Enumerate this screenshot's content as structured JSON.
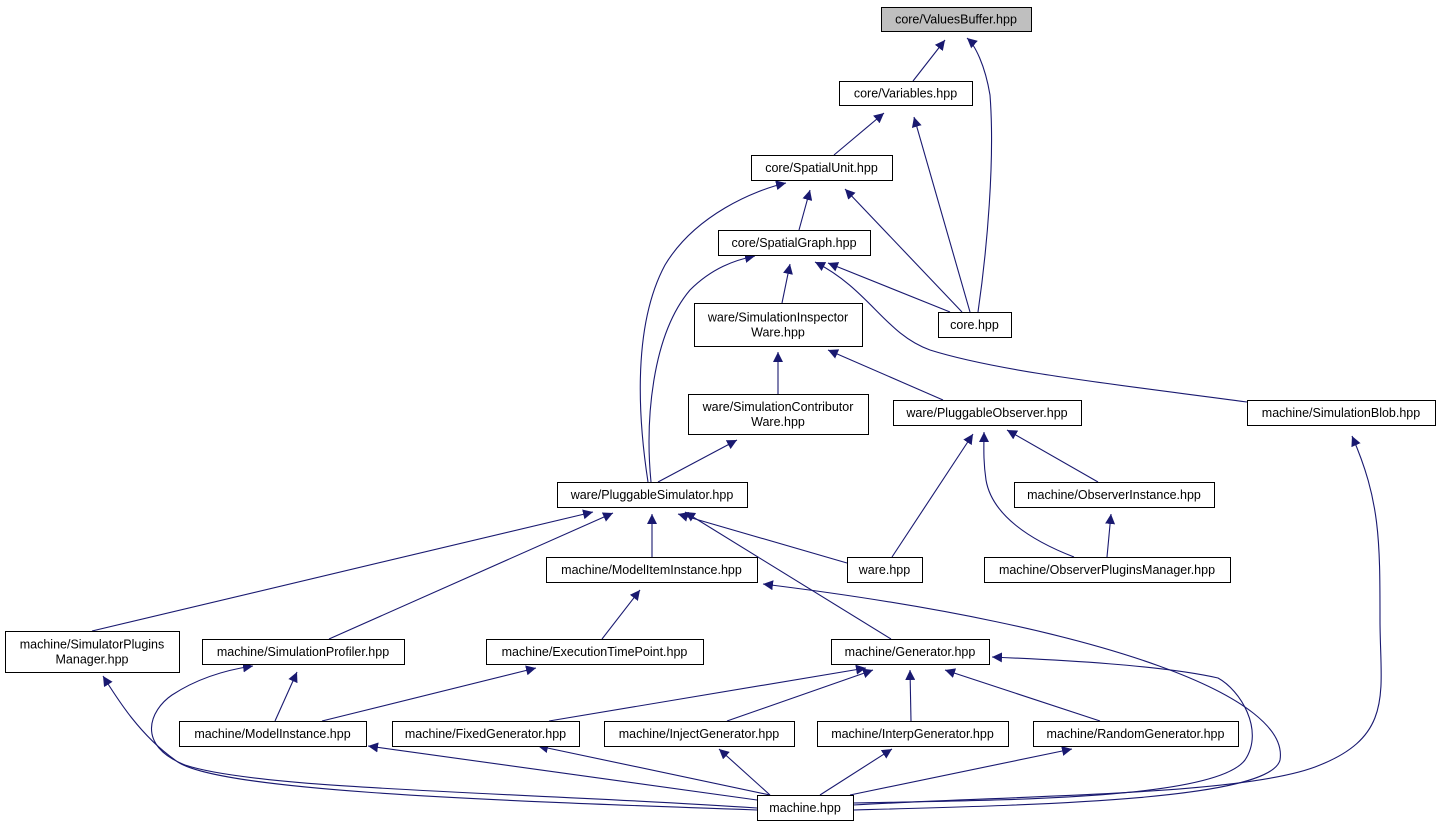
{
  "colors": {
    "edge": "#191970",
    "node_border": "#000000",
    "root_fill": "#bfbfbf",
    "node_fill": "#ffffff"
  },
  "nodes": [
    {
      "id": "valuesbuffer",
      "lines": [
        "core/ValuesBuffer.hpp"
      ],
      "root": true
    },
    {
      "id": "variables",
      "lines": [
        "core/Variables.hpp"
      ]
    },
    {
      "id": "spatialunit",
      "lines": [
        "core/SpatialUnit.hpp"
      ]
    },
    {
      "id": "spatialgraph",
      "lines": [
        "core/SpatialGraph.hpp"
      ]
    },
    {
      "id": "core",
      "lines": [
        "core.hpp"
      ]
    },
    {
      "id": "siminspector",
      "lines": [
        "ware/SimulationInspector",
        "Ware.hpp"
      ]
    },
    {
      "id": "simcontributor",
      "lines": [
        "ware/SimulationContributor",
        "Ware.hpp"
      ]
    },
    {
      "id": "plugobserver",
      "lines": [
        "ware/PluggableObserver.hpp"
      ]
    },
    {
      "id": "simblob",
      "lines": [
        "machine/SimulationBlob.hpp"
      ]
    },
    {
      "id": "plugsim",
      "lines": [
        "ware/PluggableSimulator.hpp"
      ]
    },
    {
      "id": "obsinstance",
      "lines": [
        "machine/ObserverInstance.hpp"
      ]
    },
    {
      "id": "modelitem",
      "lines": [
        "machine/ModelItemInstance.hpp"
      ]
    },
    {
      "id": "ware",
      "lines": [
        "ware.hpp"
      ]
    },
    {
      "id": "obspluginsmgr",
      "lines": [
        "machine/ObserverPluginsManager.hpp"
      ]
    },
    {
      "id": "simpluginsmgr",
      "lines": [
        "machine/SimulatorPlugins",
        "Manager.hpp"
      ]
    },
    {
      "id": "simprofiler",
      "lines": [
        "machine/SimulationProfiler.hpp"
      ]
    },
    {
      "id": "exectime",
      "lines": [
        "machine/ExecutionTimePoint.hpp"
      ]
    },
    {
      "id": "generator",
      "lines": [
        "machine/Generator.hpp"
      ]
    },
    {
      "id": "modelinstance",
      "lines": [
        "machine/ModelInstance.hpp"
      ]
    },
    {
      "id": "fixedgen",
      "lines": [
        "machine/FixedGenerator.hpp"
      ]
    },
    {
      "id": "injectgen",
      "lines": [
        "machine/InjectGenerator.hpp"
      ]
    },
    {
      "id": "interpgen",
      "lines": [
        "machine/InterpGenerator.hpp"
      ]
    },
    {
      "id": "randomgen",
      "lines": [
        "machine/RandomGenerator.hpp"
      ]
    },
    {
      "id": "machine",
      "lines": [
        "machine.hpp"
      ]
    }
  ],
  "edges": [
    [
      "variables",
      "valuesbuffer"
    ],
    [
      "core",
      "valuesbuffer"
    ],
    [
      "spatialunit",
      "variables"
    ],
    [
      "core",
      "variables"
    ],
    [
      "spatialgraph",
      "spatialunit"
    ],
    [
      "plugsim",
      "spatialunit"
    ],
    [
      "core",
      "spatialunit"
    ],
    [
      "core",
      "spatialgraph"
    ],
    [
      "siminspector",
      "spatialgraph"
    ],
    [
      "plugsim",
      "spatialgraph"
    ],
    [
      "simblob",
      "spatialgraph"
    ],
    [
      "simcontributor",
      "siminspector"
    ],
    [
      "plugobserver",
      "siminspector"
    ],
    [
      "plugsim",
      "simcontributor"
    ],
    [
      "ware",
      "plugobserver"
    ],
    [
      "obsinstance",
      "plugobserver"
    ],
    [
      "obspluginsmgr",
      "plugobserver"
    ],
    [
      "machine",
      "simblob"
    ],
    [
      "modelitem",
      "plugsim"
    ],
    [
      "ware",
      "plugsim"
    ],
    [
      "simpluginsmgr",
      "plugsim"
    ],
    [
      "simprofiler",
      "plugsim"
    ],
    [
      "generator",
      "plugsim"
    ],
    [
      "obspluginsmgr",
      "obsinstance"
    ],
    [
      "exectime",
      "modelitem"
    ],
    [
      "machine",
      "modelitem"
    ],
    [
      "machine",
      "simpluginsmgr"
    ],
    [
      "modelinstance",
      "simprofiler"
    ],
    [
      "machine",
      "simprofiler"
    ],
    [
      "modelinstance",
      "exectime"
    ],
    [
      "fixedgen",
      "generator"
    ],
    [
      "injectgen",
      "generator"
    ],
    [
      "interpgen",
      "generator"
    ],
    [
      "randomgen",
      "generator"
    ],
    [
      "machine",
      "generator"
    ],
    [
      "machine",
      "modelinstance"
    ],
    [
      "machine",
      "fixedgen"
    ],
    [
      "machine",
      "injectgen"
    ],
    [
      "machine",
      "interpgen"
    ],
    [
      "machine",
      "randomgen"
    ]
  ]
}
